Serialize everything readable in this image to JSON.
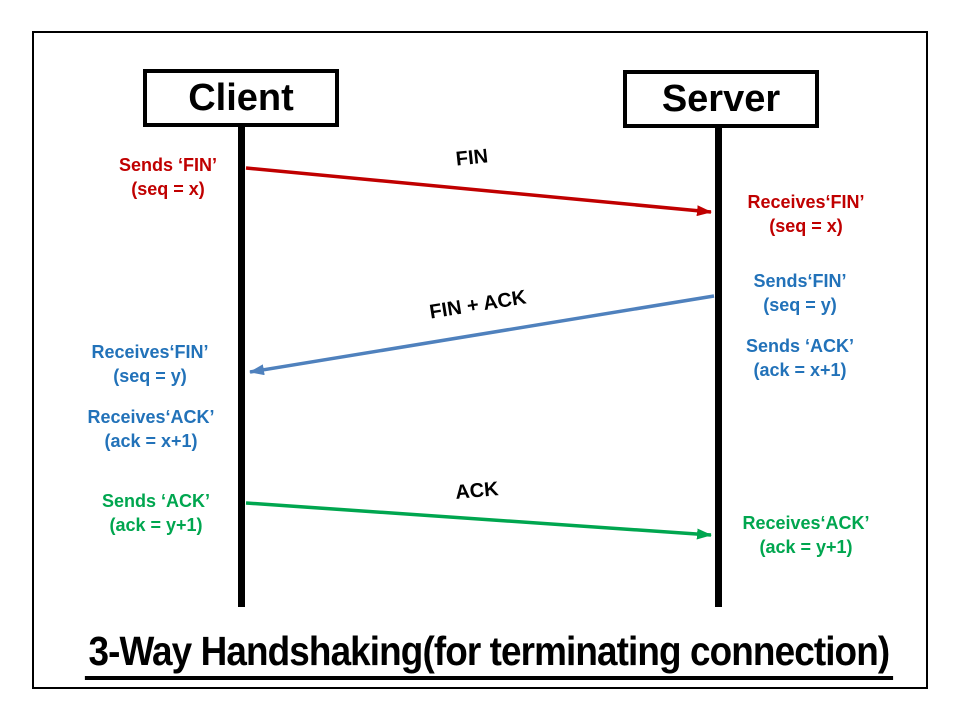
{
  "title": "3-Way Handshaking(for terminating connection)",
  "colors": {
    "red": "#C00000",
    "blue": "#2272B9",
    "blue_arrow": "#4F81BD",
    "green": "#00A64F"
  },
  "actors": {
    "client": {
      "label": "Client"
    },
    "server": {
      "label": "Server"
    }
  },
  "messages": {
    "fin": {
      "label": "FIN",
      "from": "client",
      "to": "server",
      "color": "#C00000"
    },
    "fin_ack": {
      "label": "FIN + ACK",
      "from": "server",
      "to": "client",
      "color": "#4F81BD"
    },
    "ack": {
      "label": "ACK",
      "from": "client",
      "to": "server",
      "color": "#00A64F"
    }
  },
  "annotations": {
    "client_sends_fin": {
      "line1": "Sends ‘FIN’",
      "line2": "(seq = x)"
    },
    "server_receives_fin": {
      "line1": "Receives‘FIN’",
      "line2": "(seq = x)"
    },
    "server_sends_fin": {
      "line1": "Sends‘FIN’",
      "line2": "(seq = y)"
    },
    "server_sends_ack": {
      "line1": "Sends ‘ACK’",
      "line2": "(ack = x+1)"
    },
    "client_receives_fin": {
      "line1": "Receives‘FIN’",
      "line2": "(seq = y)"
    },
    "client_receives_ack": {
      "line1": "Receives‘ACK’",
      "line2": "(ack = x+1)"
    },
    "client_sends_ack": {
      "line1": "Sends ‘ACK’",
      "line2": "(ack = y+1)"
    },
    "server_receives_ack": {
      "line1": "Receives‘ACK’",
      "line2": "(ack = y+1)"
    }
  }
}
